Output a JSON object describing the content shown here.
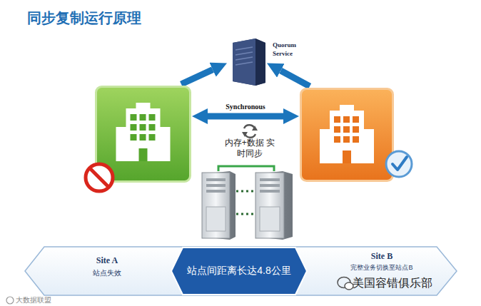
{
  "diagram": {
    "title": "同步复制运行原理",
    "nodes": [
      {
        "text": [
          "Quorum Service"
        ]
      },
      {
        "text": [
          "Site A",
          "站点失效"
        ]
      },
      {
        "text": [
          "Site B",
          "完整业务切换至站点B"
        ]
      },
      {
        "text": [
          "站点间距离长达4.8公里"
        ]
      }
    ],
    "edges": [
      {
        "from": 1,
        "to": 0,
        "arrow": "to"
      },
      {
        "from": 2,
        "to": 0,
        "arrow": "to"
      },
      {
        "from": 1,
        "to": 2,
        "label": "Synchronous",
        "arrow": "both"
      }
    ],
    "labels": [
      "内存+数据 实时同步",
      "美国容错俱乐部",
      "大数据联盟"
    ]
  }
}
